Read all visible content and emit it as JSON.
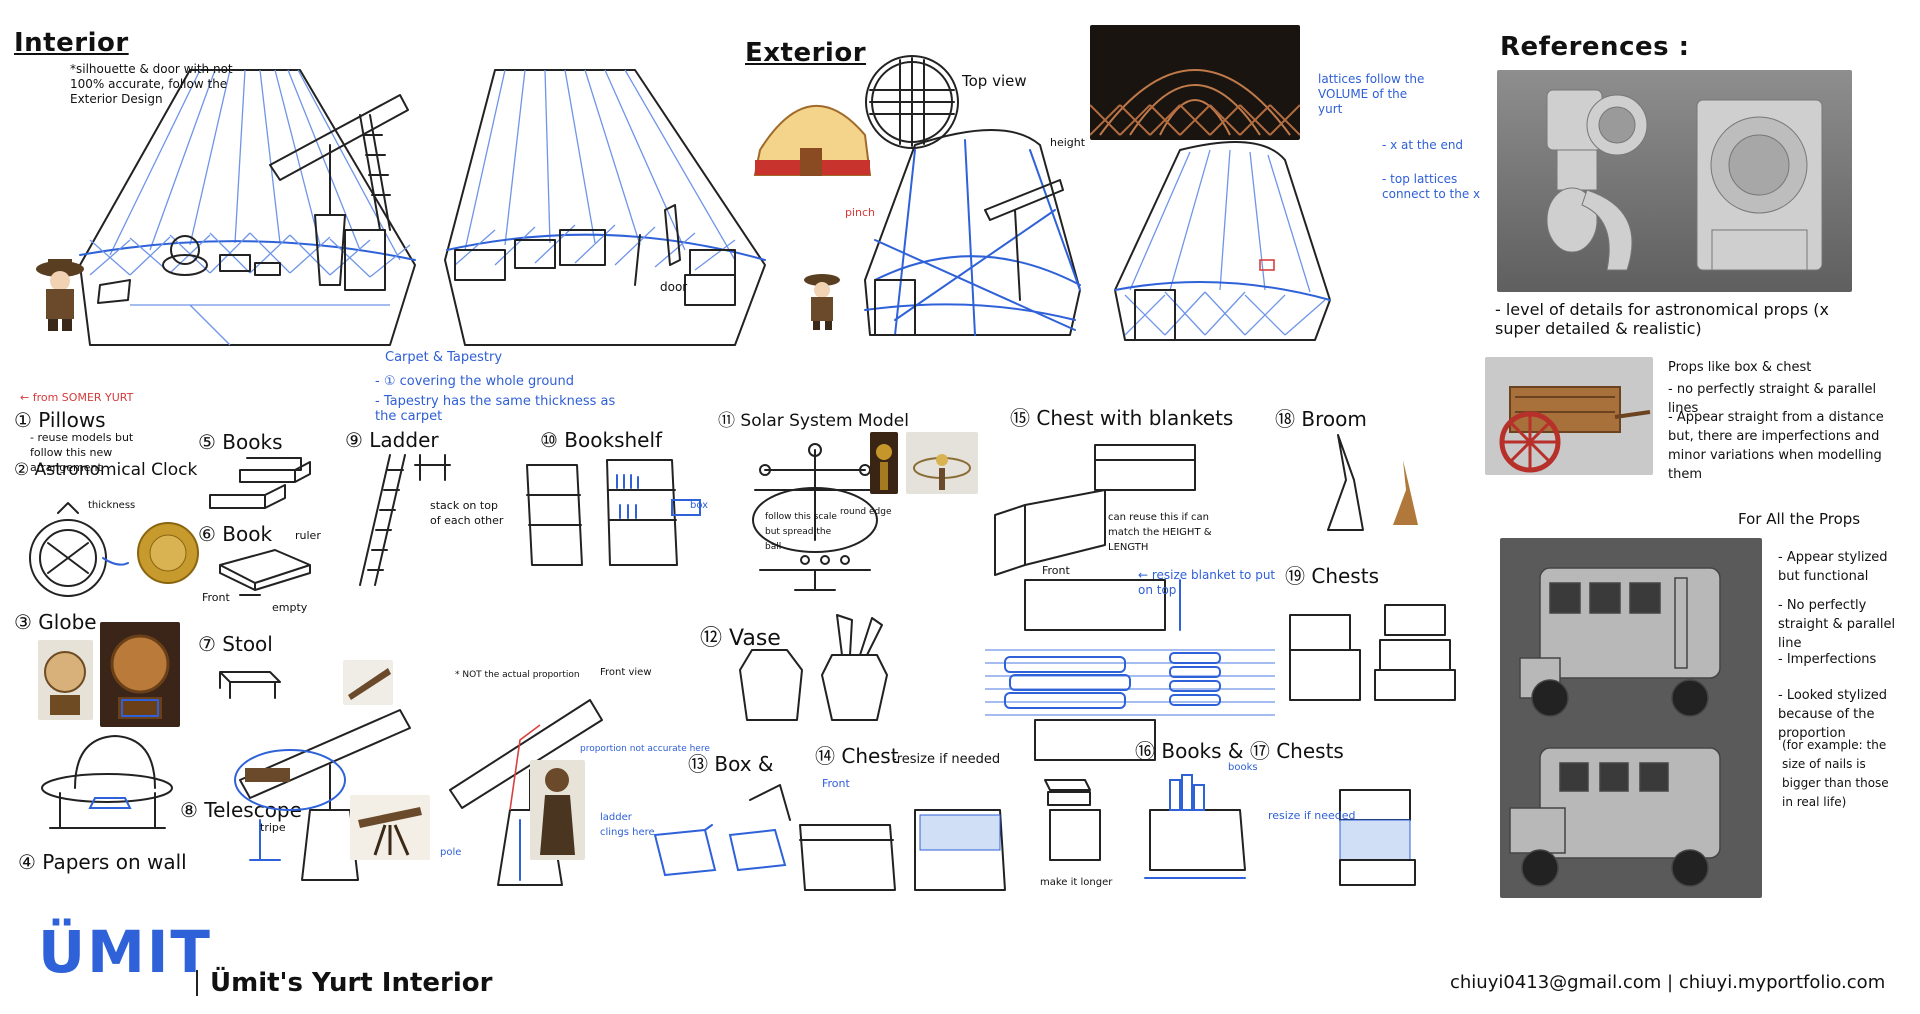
{
  "sections": {
    "interior": "Interior",
    "exterior": "Exterior",
    "references": "References :"
  },
  "interior_notes": {
    "silhouette": "*silhouette & door with not 100% accurate, follow the Exterior Design",
    "door": "door",
    "carpet_title": "Carpet & Tapestry",
    "carpet_line1": "- ① covering the whole ground",
    "carpet_line2": "- Tapestry has the same thickness as the carpet"
  },
  "exterior_notes": {
    "top_view": "Top view",
    "height": "height",
    "pinch": "pinch",
    "lattices": "lattices follow the VOLUME of the yurt",
    "x_at_end": "- x at the end",
    "top_lattices": "- top lattices connect to the x"
  },
  "props": {
    "from_somer": "← from SOMER YURT",
    "pillows": "① Pillows",
    "pillows_note": "- reuse models but follow this new arrangement",
    "astro_clock": "② Astronomical Clock",
    "thickness": "thickness",
    "globe": "③ Globe",
    "papers": "④ Papers on wall",
    "books": "⑤ Books",
    "book": "⑥ Book",
    "rule": "ruler",
    "front": "Front",
    "empty": "empty",
    "stool": "⑦ Stool",
    "telescope": "⑧ Telescope",
    "tripe": "tripe",
    "ladder": "⑨ Ladder",
    "stack": "stack on top of each other",
    "bookshelf": "⑩ Bookshelf",
    "box": "box",
    "solar": "⑪ Solar System Model",
    "solar_note": "follow this scale but spread the ball",
    "round_edge": "round edge",
    "vase": "⑫ Vase",
    "box_label": "⑬ Box &",
    "chest_label": "⑭ Chest",
    "resize": "-resize if needed",
    "front2": "Front",
    "chest_blankets": "⑮ Chest with blankets",
    "reuse_match": "can reuse this if can match the HEIGHT & LENGTH",
    "front3": "Front",
    "resize_blanket": "← resize blanket to put on top",
    "broom": "⑱ Broom",
    "chests19": "⑲ Chests",
    "books_chests": "⑯ Books & ⑰ Chests",
    "books_small": "books",
    "resize_needed": "resize if needed",
    "make_longer": "make it longer",
    "not_actual": "* NOT the actual proportion",
    "front_view": "Front view",
    "proportion_note": "proportion not accurate here",
    "ladder_note": "ladder clings here",
    "pole": "pole"
  },
  "references": {
    "astro_note": "- level of details for astronomical props (x super detailed & realistic)",
    "props_title": "Props like box & chest",
    "props_l1": "- no perfectly straight & parallel lines",
    "props_l2": "- Appear straight from a distance but, there are imperfections and minor variations when modelling them",
    "all_props": "For All the Props",
    "all_l1": "- Appear stylized but functional",
    "all_l2": "- No perfectly straight & parallel line",
    "all_l3": "- Imperfections",
    "all_l4": "- Looked stylized because of the proportion",
    "all_l5": "(for example: the size of nails is bigger than those in real life)"
  },
  "footer": {
    "logo": "ÜMIT",
    "title": "Ümit's Yurt Interior",
    "contact": "chiuyi0413@gmail.com | chiuyi.myportfolio.com"
  },
  "colors": {
    "blue": "#2f62d8",
    "red": "#d63a3a",
    "grey_render": "#9a9a9a"
  }
}
